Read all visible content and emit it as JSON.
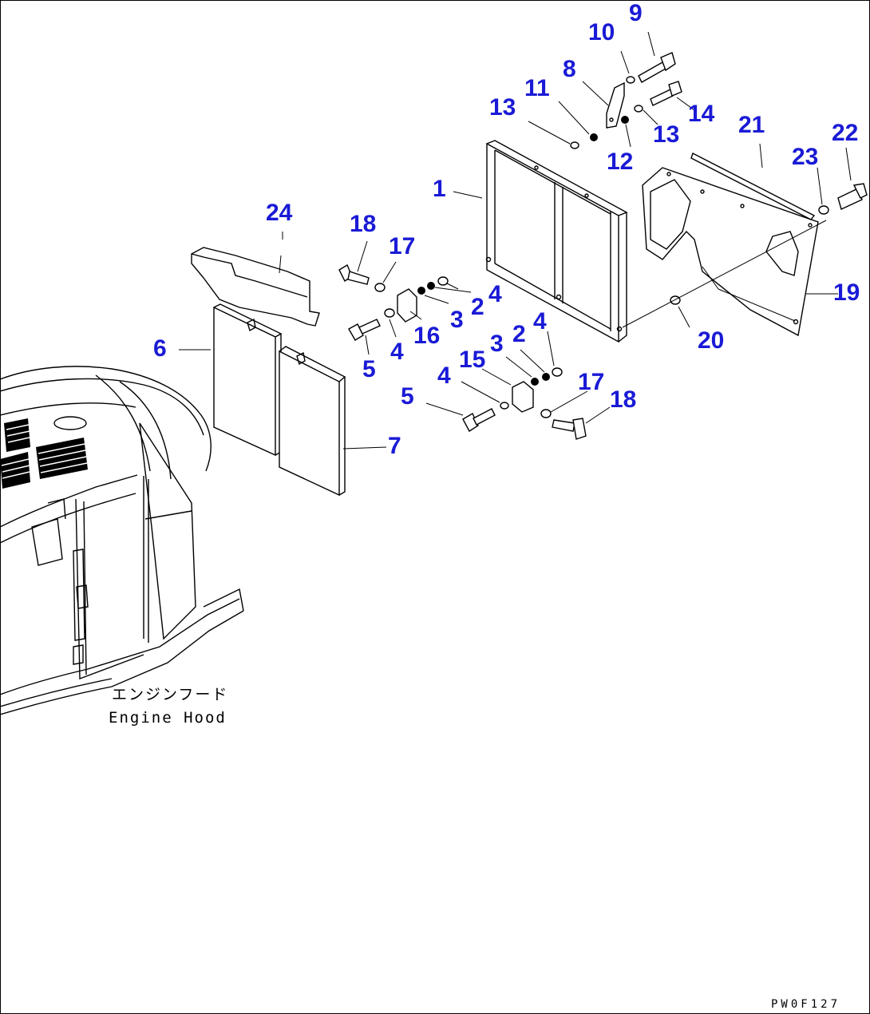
{
  "diagram": {
    "callouts": [
      {
        "id": "c9",
        "text": "9"
      },
      {
        "id": "c10",
        "text": "10"
      },
      {
        "id": "c8",
        "text": "8"
      },
      {
        "id": "c11",
        "text": "11"
      },
      {
        "id": "c13a",
        "text": "13"
      },
      {
        "id": "c14",
        "text": "14"
      },
      {
        "id": "c13b",
        "text": "13"
      },
      {
        "id": "c12",
        "text": "12"
      },
      {
        "id": "c21",
        "text": "21"
      },
      {
        "id": "c22",
        "text": "22"
      },
      {
        "id": "c23",
        "text": "23"
      },
      {
        "id": "c1",
        "text": "1"
      },
      {
        "id": "c24",
        "text": "24"
      },
      {
        "id": "c18a",
        "text": "18"
      },
      {
        "id": "c17a",
        "text": "17"
      },
      {
        "id": "c4a",
        "text": "4"
      },
      {
        "id": "c2a",
        "text": "2"
      },
      {
        "id": "c3a",
        "text": "3"
      },
      {
        "id": "c16",
        "text": "16"
      },
      {
        "id": "c4b",
        "text": "4"
      },
      {
        "id": "c5a",
        "text": "5"
      },
      {
        "id": "c6",
        "text": "6"
      },
      {
        "id": "c19",
        "text": "19"
      },
      {
        "id": "c20",
        "text": "20"
      },
      {
        "id": "c4c",
        "text": "4"
      },
      {
        "id": "c2b",
        "text": "2"
      },
      {
        "id": "c3b",
        "text": "3"
      },
      {
        "id": "c15",
        "text": "15"
      },
      {
        "id": "c4d",
        "text": "4"
      },
      {
        "id": "c17b",
        "text": "17"
      },
      {
        "id": "c18b",
        "text": "18"
      },
      {
        "id": "c5b",
        "text": "5"
      },
      {
        "id": "c7",
        "text": "7"
      }
    ],
    "hood_label_jp": "エンジンフード",
    "hood_label_en": "Engine Hood",
    "drawing_number": "PW0F127"
  }
}
